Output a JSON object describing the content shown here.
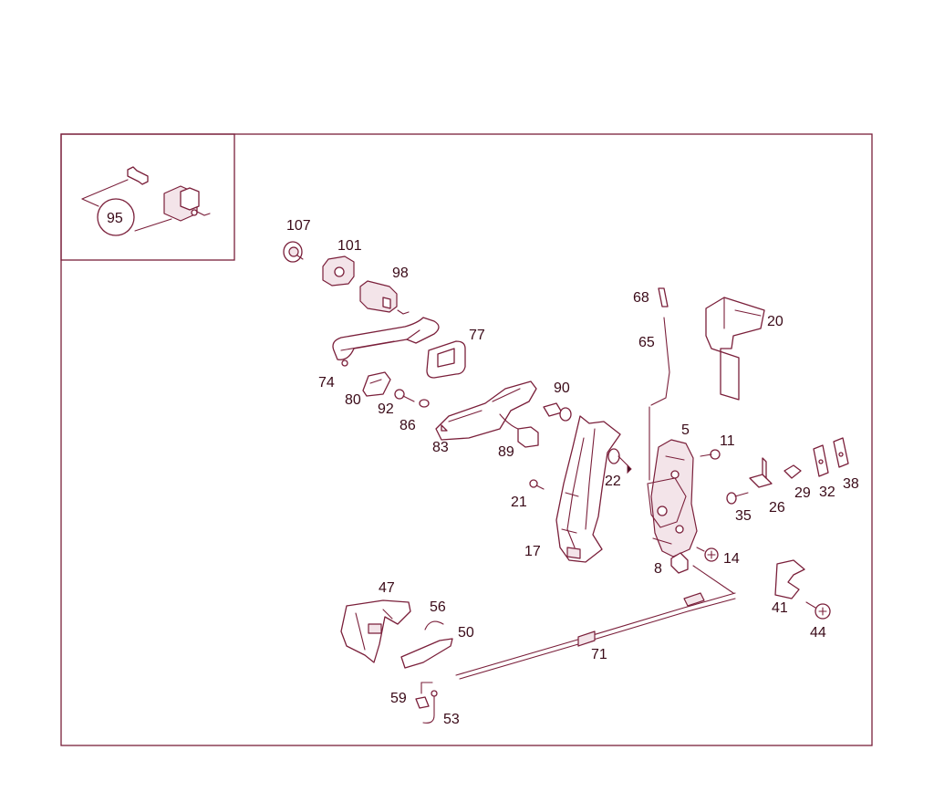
{
  "labels": {
    "p95": "95",
    "p107": "107",
    "p101": "101",
    "p98": "98",
    "p77": "77",
    "p74": "74",
    "p80": "80",
    "p92": "92",
    "p86": "86",
    "p90": "90",
    "p83": "83",
    "p89": "89",
    "p68": "68",
    "p65": "65",
    "p20": "20",
    "p5": "5",
    "p11": "11",
    "p22": "22",
    "p21": "21",
    "p17": "17",
    "p26": "26",
    "p29": "29",
    "p32": "32",
    "p38": "38",
    "p35": "35",
    "p14": "14",
    "p8": "8",
    "p41": "41",
    "p44": "44",
    "p47": "47",
    "p56": "56",
    "p50": "50",
    "p71": "71",
    "p59": "59",
    "p53": "53"
  },
  "colors": {
    "line": "#7a1f3a",
    "text": "#3a0a18",
    "background": "#ffffff"
  }
}
